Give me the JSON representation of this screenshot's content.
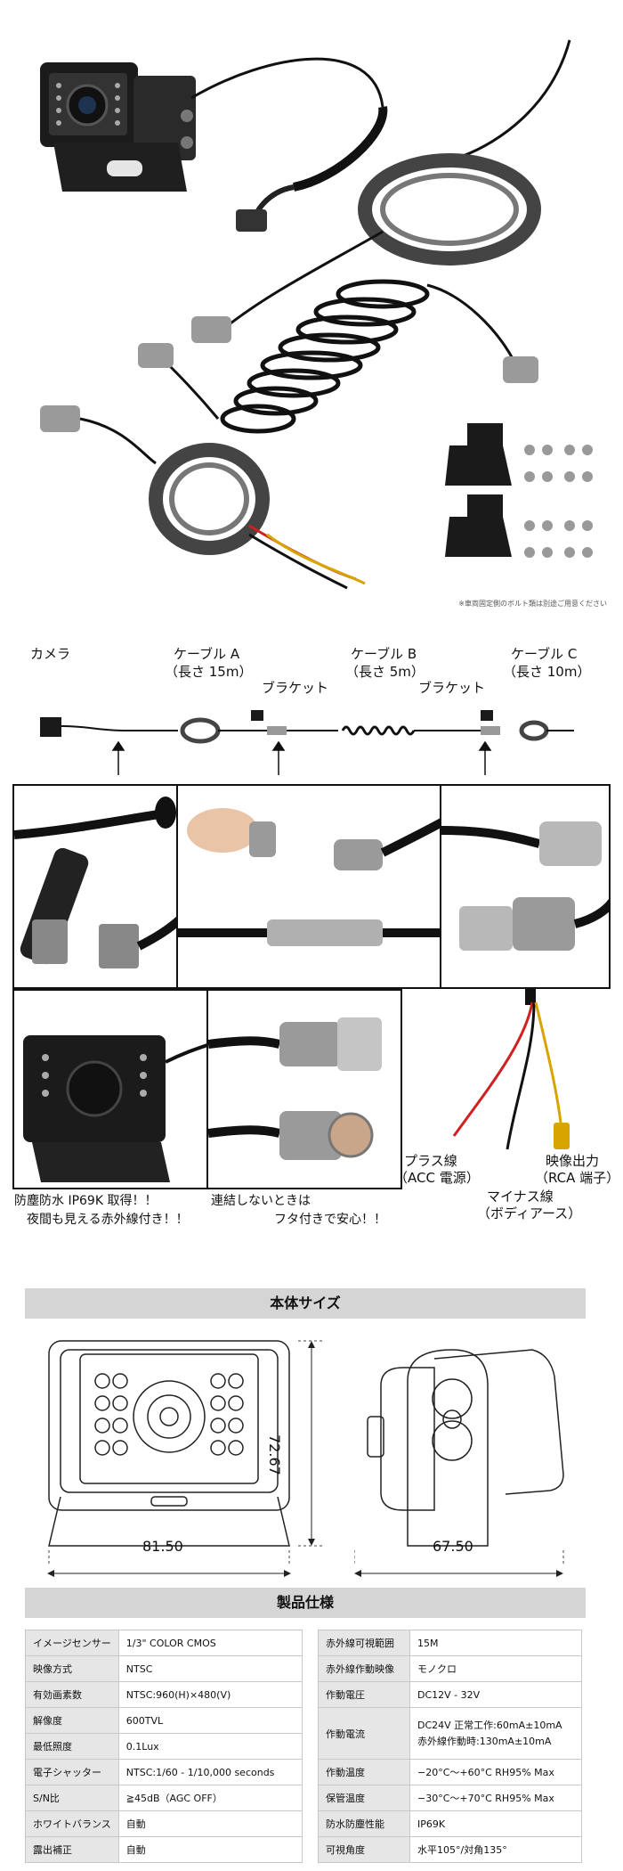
{
  "photo_note": "※車両固定側のボルト類は別途ご用意ください",
  "diagram": {
    "camera": "カメラ",
    "cable_a": "ケーブル A",
    "cable_a_len": "（長さ 15m）",
    "bracket_1": "ブラケット",
    "cable_b": "ケーブル B",
    "cable_b_len": "（長さ 5m）",
    "bracket_2": "ブラケット",
    "cable_c": "ケーブル C",
    "cable_c_len": "（長さ 10m）"
  },
  "features": {
    "cap_waterproof_1": "防塵防水 IP69K 取得！！",
    "cap_waterproof_2": "夜間も見える赤外線付き！！",
    "cap_cover_1": "連結しないときは",
    "cap_cover_2": "フタ付きで安心！！",
    "wire_plus_1": "プラス線",
    "wire_plus_2": "（ACC 電源）",
    "wire_minus_1": "マイナス線",
    "wire_minus_2": "（ボディアース）",
    "wire_video_1": "映像出力",
    "wire_video_2": "（RCA 端子）"
  },
  "size": {
    "title": "本体サイズ",
    "height": "72.67",
    "width": "81.50",
    "depth": "67.50"
  },
  "specs": {
    "title": "製品仕様",
    "left": [
      {
        "k": "イメージセンサー",
        "v": "1/3\" COLOR CMOS"
      },
      {
        "k": "映像方式",
        "v": "NTSC"
      },
      {
        "k": "有効画素数",
        "v": "NTSC:960(H)×480(V)"
      },
      {
        "k": "解像度",
        "v": "600TVL"
      },
      {
        "k": "最低照度",
        "v": "0.1Lux"
      },
      {
        "k": "電子シャッター",
        "v": "NTSC:1/60 - 1/10,000 seconds"
      },
      {
        "k": "S/N比",
        "v": "≧45dB（AGC OFF）"
      },
      {
        "k": "ホワイトバランス",
        "v": "自動"
      },
      {
        "k": "露出補正",
        "v": "自動"
      }
    ],
    "right": [
      {
        "k": "赤外線可視範囲",
        "v": "15M"
      },
      {
        "k": "赤外線作動映像",
        "v": "モノクロ"
      },
      {
        "k": "作動電圧",
        "v": "DC12V - 32V"
      },
      {
        "k": "作動電流",
        "v": "DC24V 正常工作:60mA±10mA",
        "v2": "赤外線作動時:130mA±10mA"
      },
      {
        "k": "作動温度",
        "v": "−20°C〜+60°C RH95% Max"
      },
      {
        "k": "保管温度",
        "v": "−30°C〜+70°C RH95% Max"
      },
      {
        "k": "防水防塵性能",
        "v": "IP69K"
      },
      {
        "k": "可視角度",
        "v": "水平105°/対角135°"
      }
    ]
  }
}
